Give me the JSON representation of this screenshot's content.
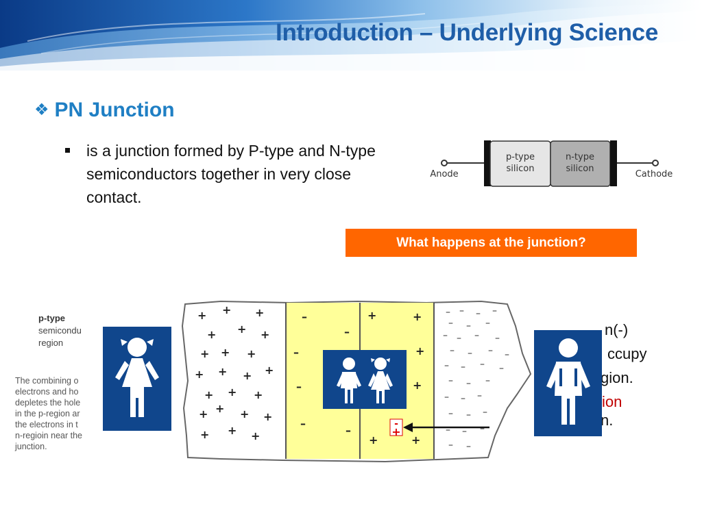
{
  "header": {
    "title": "Introduction – Underlying Science"
  },
  "section": {
    "heading": "PN Junction",
    "bullet_icon": "diamond-bullet-icon"
  },
  "bullet": {
    "text": "is a junction formed by P-type and N-type semiconductors together in very close contact."
  },
  "diode": {
    "anode": "Anode",
    "cathode": "Cathode",
    "p_line1": "p-type",
    "p_line2": "silicon",
    "n_line1": "n-type",
    "n_line2": "silicon"
  },
  "callout": {
    "text": "What happens at the junction?"
  },
  "left_panel": {
    "title": "p-type",
    "sub1": "semicondu",
    "sub2": "region",
    "para": [
      "The combining o",
      "electrons and  ho",
      "depletes the hole",
      "in the p-region ar",
      "the electrons in t",
      "n-regioin near the",
      "junction."
    ]
  },
  "right_text": {
    "line1": "n(-)",
    "line2": "ccupy",
    "line3": "gion.",
    "red_line": "ion",
    "line5": "n."
  },
  "junction": {
    "minus_badge": "-",
    "plus_badge": "+"
  },
  "colors": {
    "title_blue": "#1f5ea8",
    "heading_blue": "#1f7fc4",
    "callout_orange": "#ff6600",
    "pictogram_blue": "#10468c",
    "junction_yellow": "#ffff99",
    "red_text": "#c00000"
  }
}
